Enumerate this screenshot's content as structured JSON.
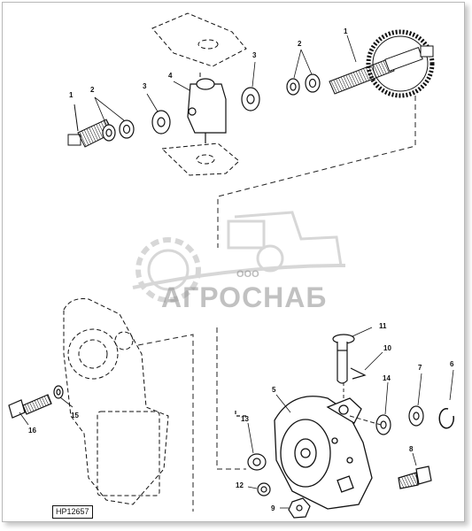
{
  "figure_id": "HP12657",
  "watermark": {
    "prefix": "ООО",
    "name": "АГРОСНАБ"
  },
  "callouts": [
    "1",
    "2",
    "3",
    "4",
    "3",
    "2",
    "1",
    "5",
    "6",
    "7",
    "8",
    "9",
    "10",
    "11",
    "12",
    "13",
    "14",
    "15",
    "16"
  ],
  "colors": {
    "line": "#111111",
    "dash": "#222222",
    "watermark": "#8f8f8f"
  }
}
